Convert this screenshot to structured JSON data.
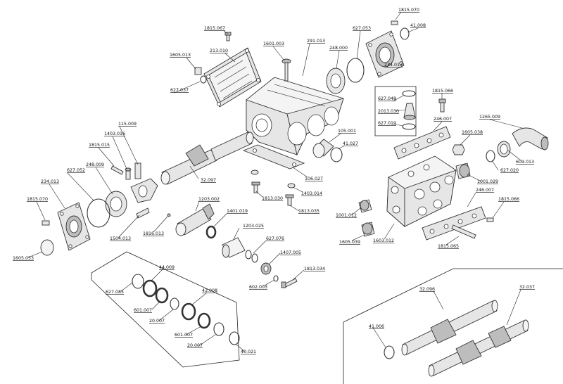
{
  "labels": [
    "1815.070",
    "41.008",
    "627.053",
    "1815.067",
    "1601.003",
    "291.013",
    "248.000",
    "213.010",
    "1605.013",
    "627.037",
    "234.013",
    "627.048",
    "1815.066",
    "2013.030",
    "627.019",
    "246.007",
    "1265.009",
    "115.009",
    "1605.038",
    "1403.016",
    "105.001",
    "1815.015",
    "41.027",
    "609.013",
    "627.020",
    "248.009",
    "627.052",
    "32.097",
    "106.027",
    "1001.029",
    "234.013",
    "1813.030",
    "1403.014",
    "1813.035",
    "1203.002",
    "246.007",
    "1815.070",
    "1001.012",
    "1815.066",
    "1401.019",
    "1816.013",
    "1504.013",
    "1203.025",
    "1605.039",
    "1603.012",
    "627.076",
    "1815.065",
    "1605.053",
    "1407.005",
    "44.009",
    "1813.034",
    "627.085",
    "602.003",
    "43.008",
    "601.007",
    "20.007",
    "32.096",
    "32.037",
    "601.007",
    "41.006",
    "20.007",
    "40.021"
  ]
}
